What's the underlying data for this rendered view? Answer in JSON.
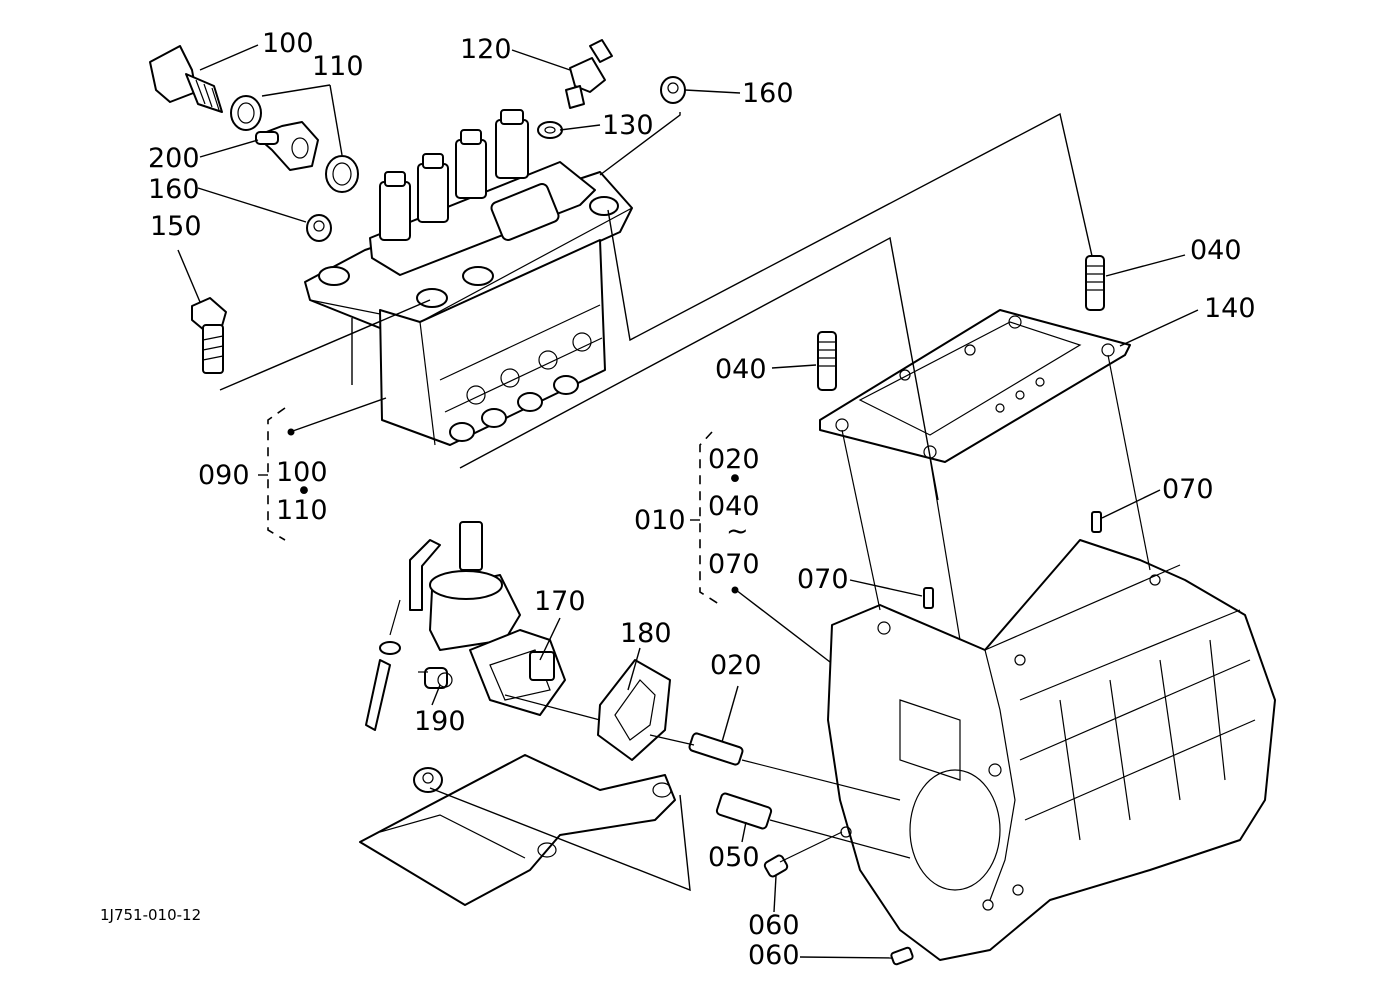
{
  "diagram_code": "1J751-010-12",
  "callouts": {
    "c100_top": "100",
    "c110_top": "110",
    "c120": "120",
    "c160_right": "160",
    "c130": "130",
    "c200": "200",
    "c160_left": "160",
    "c150": "150",
    "c040_right": "040",
    "c140": "140",
    "c040_left": "040",
    "c090": "090",
    "c100_group": "100",
    "c110_group": "110",
    "c020_group": "020",
    "c010": "010",
    "c040_group": "040",
    "c070_group": "070",
    "c070_right": "070",
    "c070_left": "070",
    "c170": "170",
    "c180": "180",
    "c020": "020",
    "c190": "190",
    "c050": "050",
    "c060_upper": "060",
    "c060_lower": "060"
  },
  "group_connectors": {
    "dot": "•",
    "range": "~"
  }
}
